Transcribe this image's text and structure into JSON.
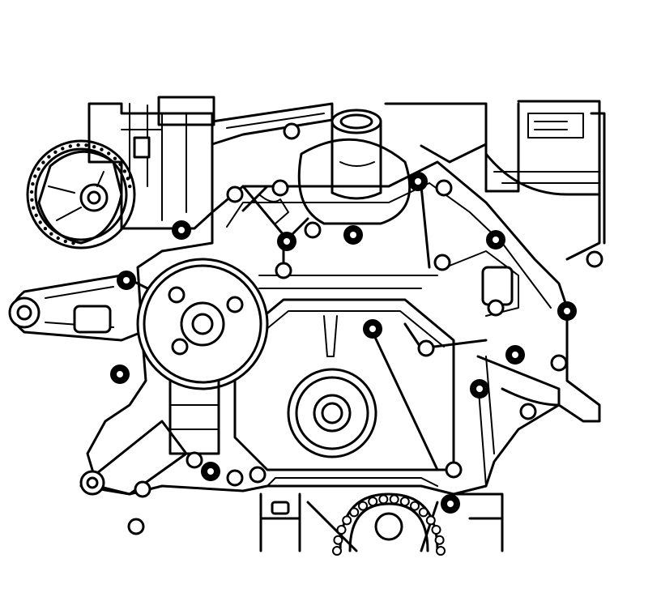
{
  "figure": {
    "type": "line-art engine front cover illustration",
    "ink_color": "#000000",
    "paper_color": "#ffffff"
  },
  "highlighted_bolts": {
    "count": 13,
    "fill_color": "#000000"
  },
  "plain_bolts": {
    "count": 21
  }
}
